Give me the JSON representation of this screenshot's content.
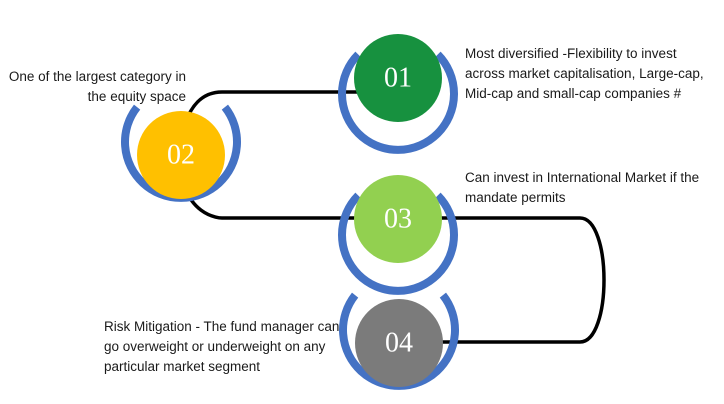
{
  "colors": {
    "ring": "#4472c4",
    "connector": "#000000",
    "step_01": "#17913f",
    "step_02": "#ffc000",
    "step_03": "#92d050",
    "step_04": "#7b7b7b",
    "number_text": "#ffffff"
  },
  "steps": [
    {
      "number": "01",
      "caption": "Most diversified -Flexibility to invest across market capitalisation, Large-cap, Mid-cap and small-cap companies #"
    },
    {
      "number": "02",
      "caption": "One of the largest category in the equity space"
    },
    {
      "number": "03",
      "caption": "Can invest in International Market if the mandate permits"
    },
    {
      "number": "04",
      "caption": "Risk Mitigation -  The fund manager can go overweight or underweight on any particular market segment"
    }
  ]
}
